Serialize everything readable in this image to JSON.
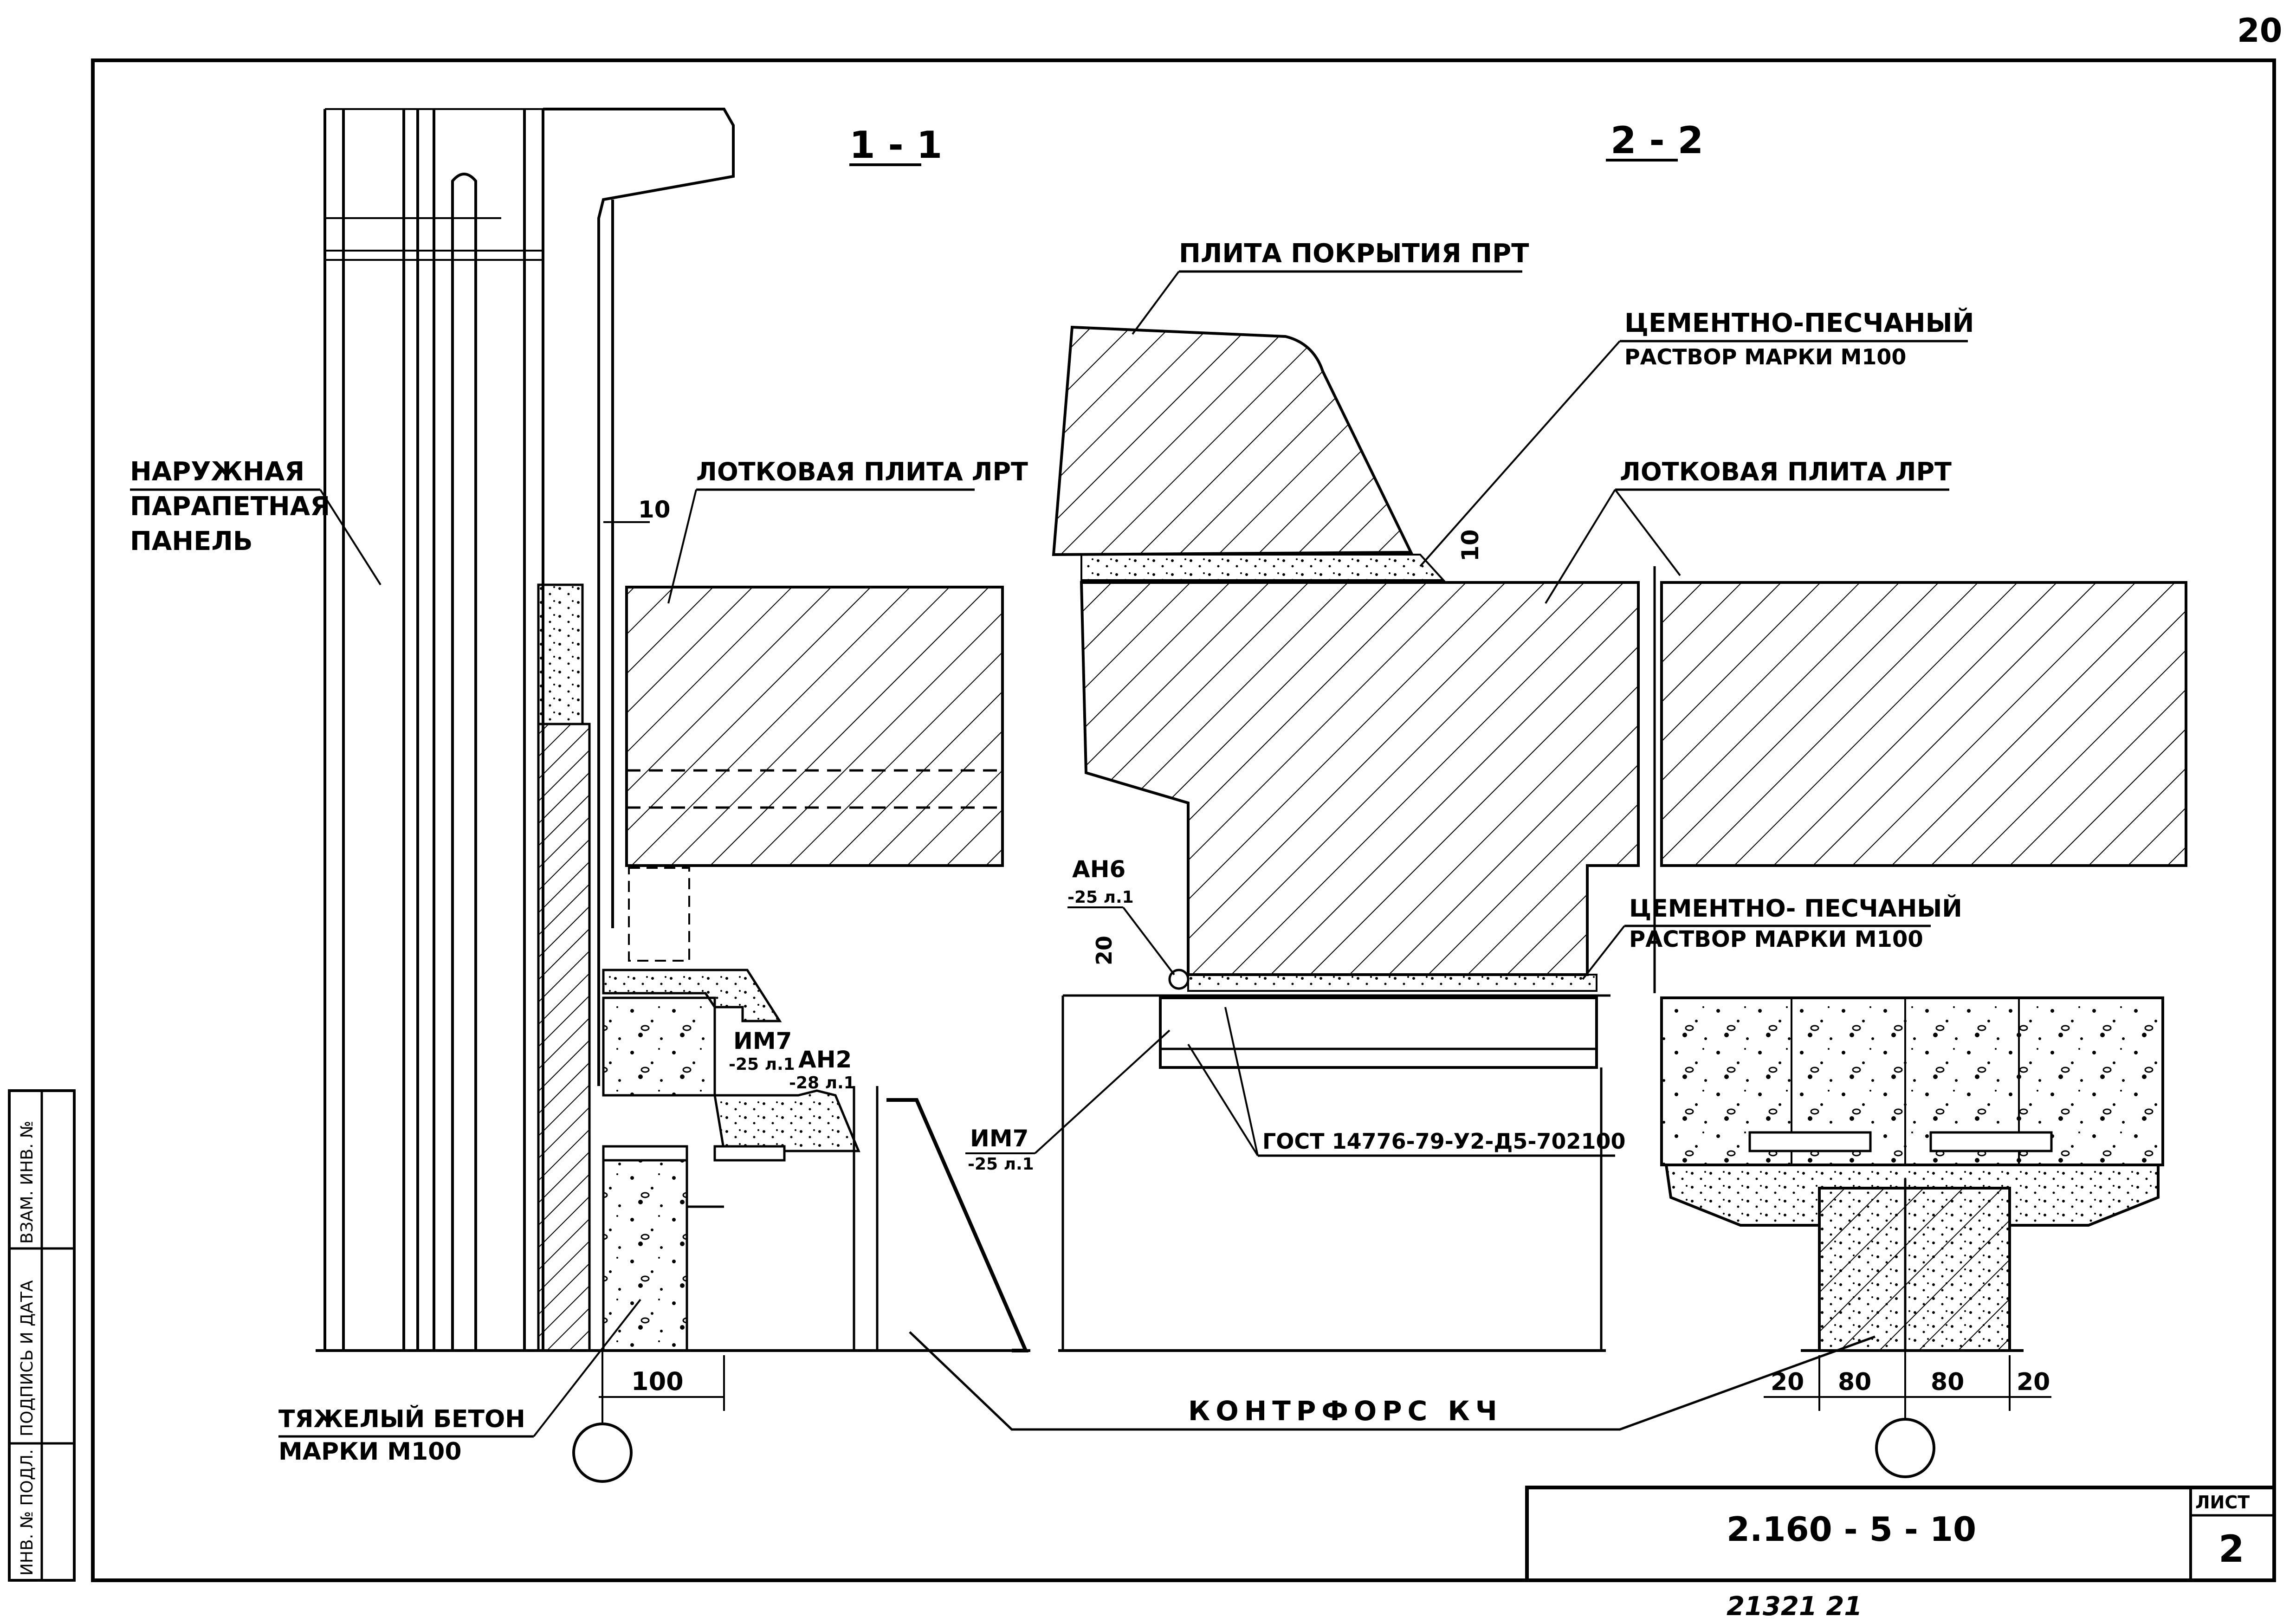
{
  "sheet": {
    "page_number": "20",
    "doc_code": "2.160 - 5 - 10",
    "list_label": "ЛИСТ",
    "list_number": "2",
    "archive_number": "21321   21"
  },
  "side_stamp": {
    "col1": "ИНВ. № ПОДЛ.",
    "col2": "ПОДПИСЬ И ДАТА",
    "col3": "ВЗАМ. ИНВ. №"
  },
  "section_1": {
    "title": "1 - 1",
    "label_panel": [
      "НАРУЖНАЯ",
      "ПАРАПЕТНАЯ",
      "ПАНЕЛЬ"
    ],
    "label_tray_slab": "ЛОТКОВАЯ ПЛИТА ЛРТ",
    "dim_10": "10",
    "part_im7": "ИМ7",
    "part_im7_sub": "-25 л.1",
    "part_an2": "АН2",
    "part_an2_sub": "-28 л.1",
    "dim_100": "100",
    "label_concrete": [
      "ТЯЖЕЛЫЙ БЕТОН",
      "МАРКИ М100"
    ]
  },
  "section_2": {
    "title": "2 - 2",
    "label_roof_slab": "ПЛИТА ПОКРЫТИЯ ПРТ",
    "label_mortar_top": [
      "ЦЕМЕНТНО-ПЕСЧАНЫЙ",
      "РАСТВОР МАРКИ М100"
    ],
    "label_tray_slab": "ЛОТКОВАЯ ПЛИТА ЛРТ",
    "dim_10": "10",
    "part_an6": "АН6",
    "part_an6_sub": "-25 л.1",
    "dim_20": "20",
    "label_mortar_bottom": [
      "ЦЕМЕНТНО- ПЕСЧАНЫЙ",
      "РАСТВОР МАРКИ М100"
    ],
    "part_im7": "ИМ7",
    "part_im7_sub": "-25 л.1",
    "gost": "ГОСТ 14776-79-У2-Д5-702100",
    "label_buttress": "КОНТРФОРС КЧ",
    "dims_bottom": [
      "20",
      "80",
      "80",
      "20"
    ]
  },
  "colors": {
    "ink": "#000000",
    "paper": "#ffffff"
  }
}
